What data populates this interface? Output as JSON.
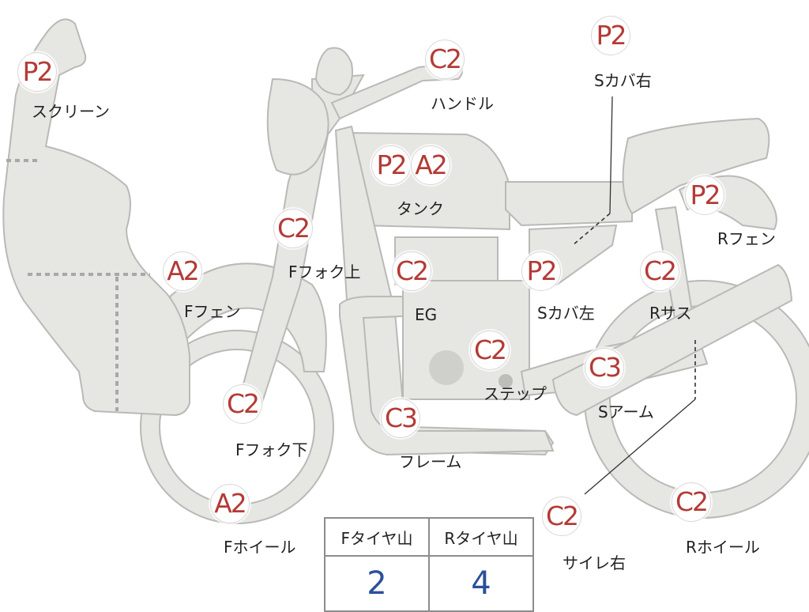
{
  "parts": [
    {
      "key": "screen",
      "grade": "P2",
      "label": "スクリーン"
    },
    {
      "key": "handle",
      "grade": "C2",
      "label": "ハンドル"
    },
    {
      "key": "cover_right",
      "grade": "P2",
      "label": "Sカバ右"
    },
    {
      "key": "tank",
      "grades": [
        "P2",
        "A2"
      ],
      "label": "タンク"
    },
    {
      "key": "fork_upper",
      "grade": "C2",
      "label": "Fフォク上"
    },
    {
      "key": "rear_fender",
      "grade": "P2",
      "label": "Rフェン"
    },
    {
      "key": "front_fender",
      "grade": "A2",
      "label": "Fフェン"
    },
    {
      "key": "engine",
      "grade": "C2",
      "label": "EG"
    },
    {
      "key": "cover_left",
      "grade": "P2",
      "label": "Sカバ左"
    },
    {
      "key": "rear_suspension",
      "grade": "C2",
      "label": "Rサス"
    },
    {
      "key": "step",
      "grade": "C2",
      "label": "ステップ"
    },
    {
      "key": "swing_arm",
      "grade": "C3",
      "label": "Sアーム"
    },
    {
      "key": "fork_lower",
      "grade": "C2",
      "label": "Fフォク下"
    },
    {
      "key": "frame",
      "grade": "C3",
      "label": "フレーム"
    },
    {
      "key": "front_wheel",
      "grade": "A2",
      "label": "Fホイール"
    },
    {
      "key": "muffler_right",
      "grade": "C2",
      "label": "サイレ右"
    },
    {
      "key": "rear_wheel",
      "grade": "C2",
      "label": "Rホイール"
    }
  ],
  "tire_tread": {
    "front_label": "Fタイヤ山",
    "rear_label": "Rタイヤ山",
    "front_value": "2",
    "rear_value": "4"
  },
  "colors": {
    "grade_text": "#b43a36",
    "tread_value": "#2a4f9c",
    "part_fill": "#e6e6e3",
    "part_outline": "#b9b9b6"
  }
}
